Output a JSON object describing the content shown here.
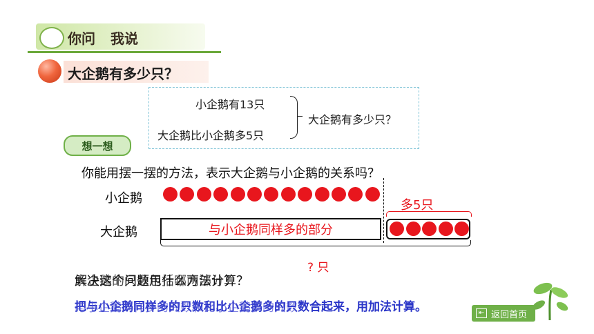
{
  "header": {
    "part1": "你问",
    "part2": "我说"
  },
  "question": "大企鹅有多少只？",
  "info": {
    "line1": "小企鹅有13只",
    "line2": "大企鹅比小企鹅多5只",
    "question": "大企鹅有多少只？"
  },
  "think_button": "想一想",
  "prompt": "你能用摆一摆的方法，表示大企鹅与小企鹅的关系吗？",
  "diagram": {
    "small_label": "小企鹅",
    "big_label": "大企鹅",
    "small_dots": 13,
    "extra_dots": 5,
    "same_part_label": "与小企鹅同样多的部分",
    "more_label": "多5只",
    "total_label": "? 只"
  },
  "solve_prompts": [
    "解决这个问题用什么方法计算？",
    "大企鹅的只数包括哪两部分？"
  ],
  "answers": [
    "把与小企鹅同样多的只数和比小企鹅多的只数合起来，用加法计算。",
    "与小企鹅同样多的只数和比小企鹅多的只数"
  ],
  "back_button": "返回首页",
  "colors": {
    "accent_red": "#e8161d",
    "green": "#6fb048",
    "answer_blue": "#2a35c8"
  }
}
